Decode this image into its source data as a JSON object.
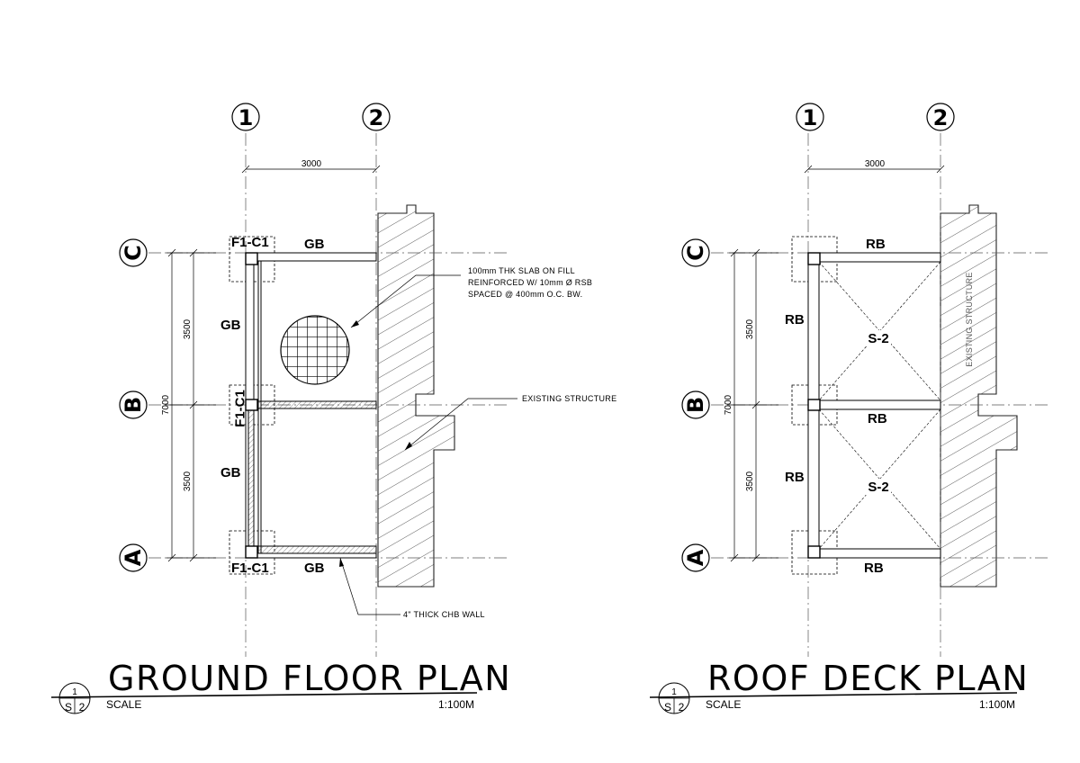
{
  "plans": [
    {
      "id": "ground",
      "title": "GROUND FLOOR PLAN",
      "scale_label": "SCALE",
      "scale_value": "1:100M",
      "sheet_top": "1",
      "sheet_left": "S",
      "sheet_right": "2",
      "grid_cols": [
        "1",
        "2"
      ],
      "grid_rows": [
        "C",
        "B",
        "A"
      ],
      "dim_top": "3000",
      "dim_upper": "3500",
      "dim_lower": "3500",
      "dim_total": "7000",
      "footing_labels": [
        "F1-C1",
        "F1-C1",
        "F1-C1"
      ],
      "beam_labels": [
        "GB",
        "GB",
        "GB",
        "GB"
      ],
      "note_slab": [
        "100mm THK SLAB ON FILL",
        "REINFORCED W/ 10mm Ø RSB",
        "SPACED @ 400mm O.C. BW."
      ],
      "note_existing": "EXISTING STRUCTURE",
      "note_wall": "4\" THICK CHB WALL"
    },
    {
      "id": "roof",
      "title": "ROOF DECK PLAN",
      "scale_label": "SCALE",
      "scale_value": "1:100M",
      "sheet_top": "1",
      "sheet_left": "S",
      "sheet_right": "2",
      "grid_cols": [
        "1",
        "2"
      ],
      "grid_rows": [
        "C",
        "B",
        "A"
      ],
      "dim_top": "3000",
      "dim_upper": "3500",
      "dim_lower": "3500",
      "dim_total": "7000",
      "beam_labels": [
        "RB",
        "RB",
        "RB",
        "RB",
        "RB"
      ],
      "slab_labels": [
        "S-2",
        "S-2"
      ],
      "note_existing": "EXISTING STRUCTURE"
    }
  ]
}
